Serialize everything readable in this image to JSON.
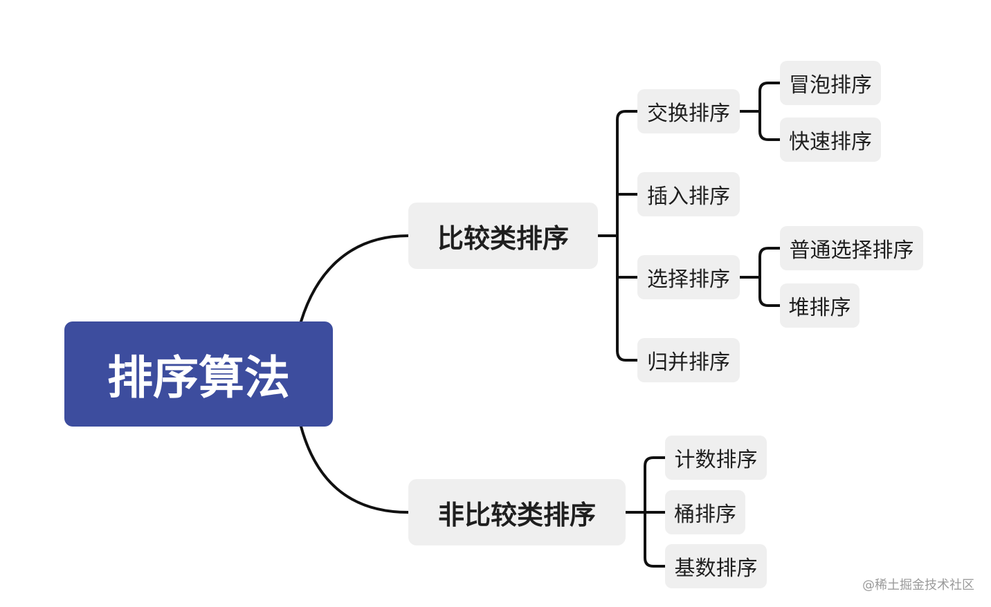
{
  "root": {
    "label": "排序算法"
  },
  "branches": [
    {
      "label": "比较类排序",
      "children": [
        {
          "label": "交换排序",
          "children": [
            {
              "label": "冒泡排序"
            },
            {
              "label": "快速排序"
            }
          ]
        },
        {
          "label": "插入排序"
        },
        {
          "label": "选择排序",
          "children": [
            {
              "label": "普通选择排序"
            },
            {
              "label": "堆排序"
            }
          ]
        },
        {
          "label": "归并排序"
        }
      ]
    },
    {
      "label": "非比较类排序",
      "children": [
        {
          "label": "计数排序"
        },
        {
          "label": "桶排序"
        },
        {
          "label": "基数排序"
        }
      ]
    }
  ],
  "watermark": "@稀土掘金技术社区",
  "colors": {
    "root_bg": "#3d4d9e",
    "node_bg": "#efefef",
    "line": "#111111"
  }
}
